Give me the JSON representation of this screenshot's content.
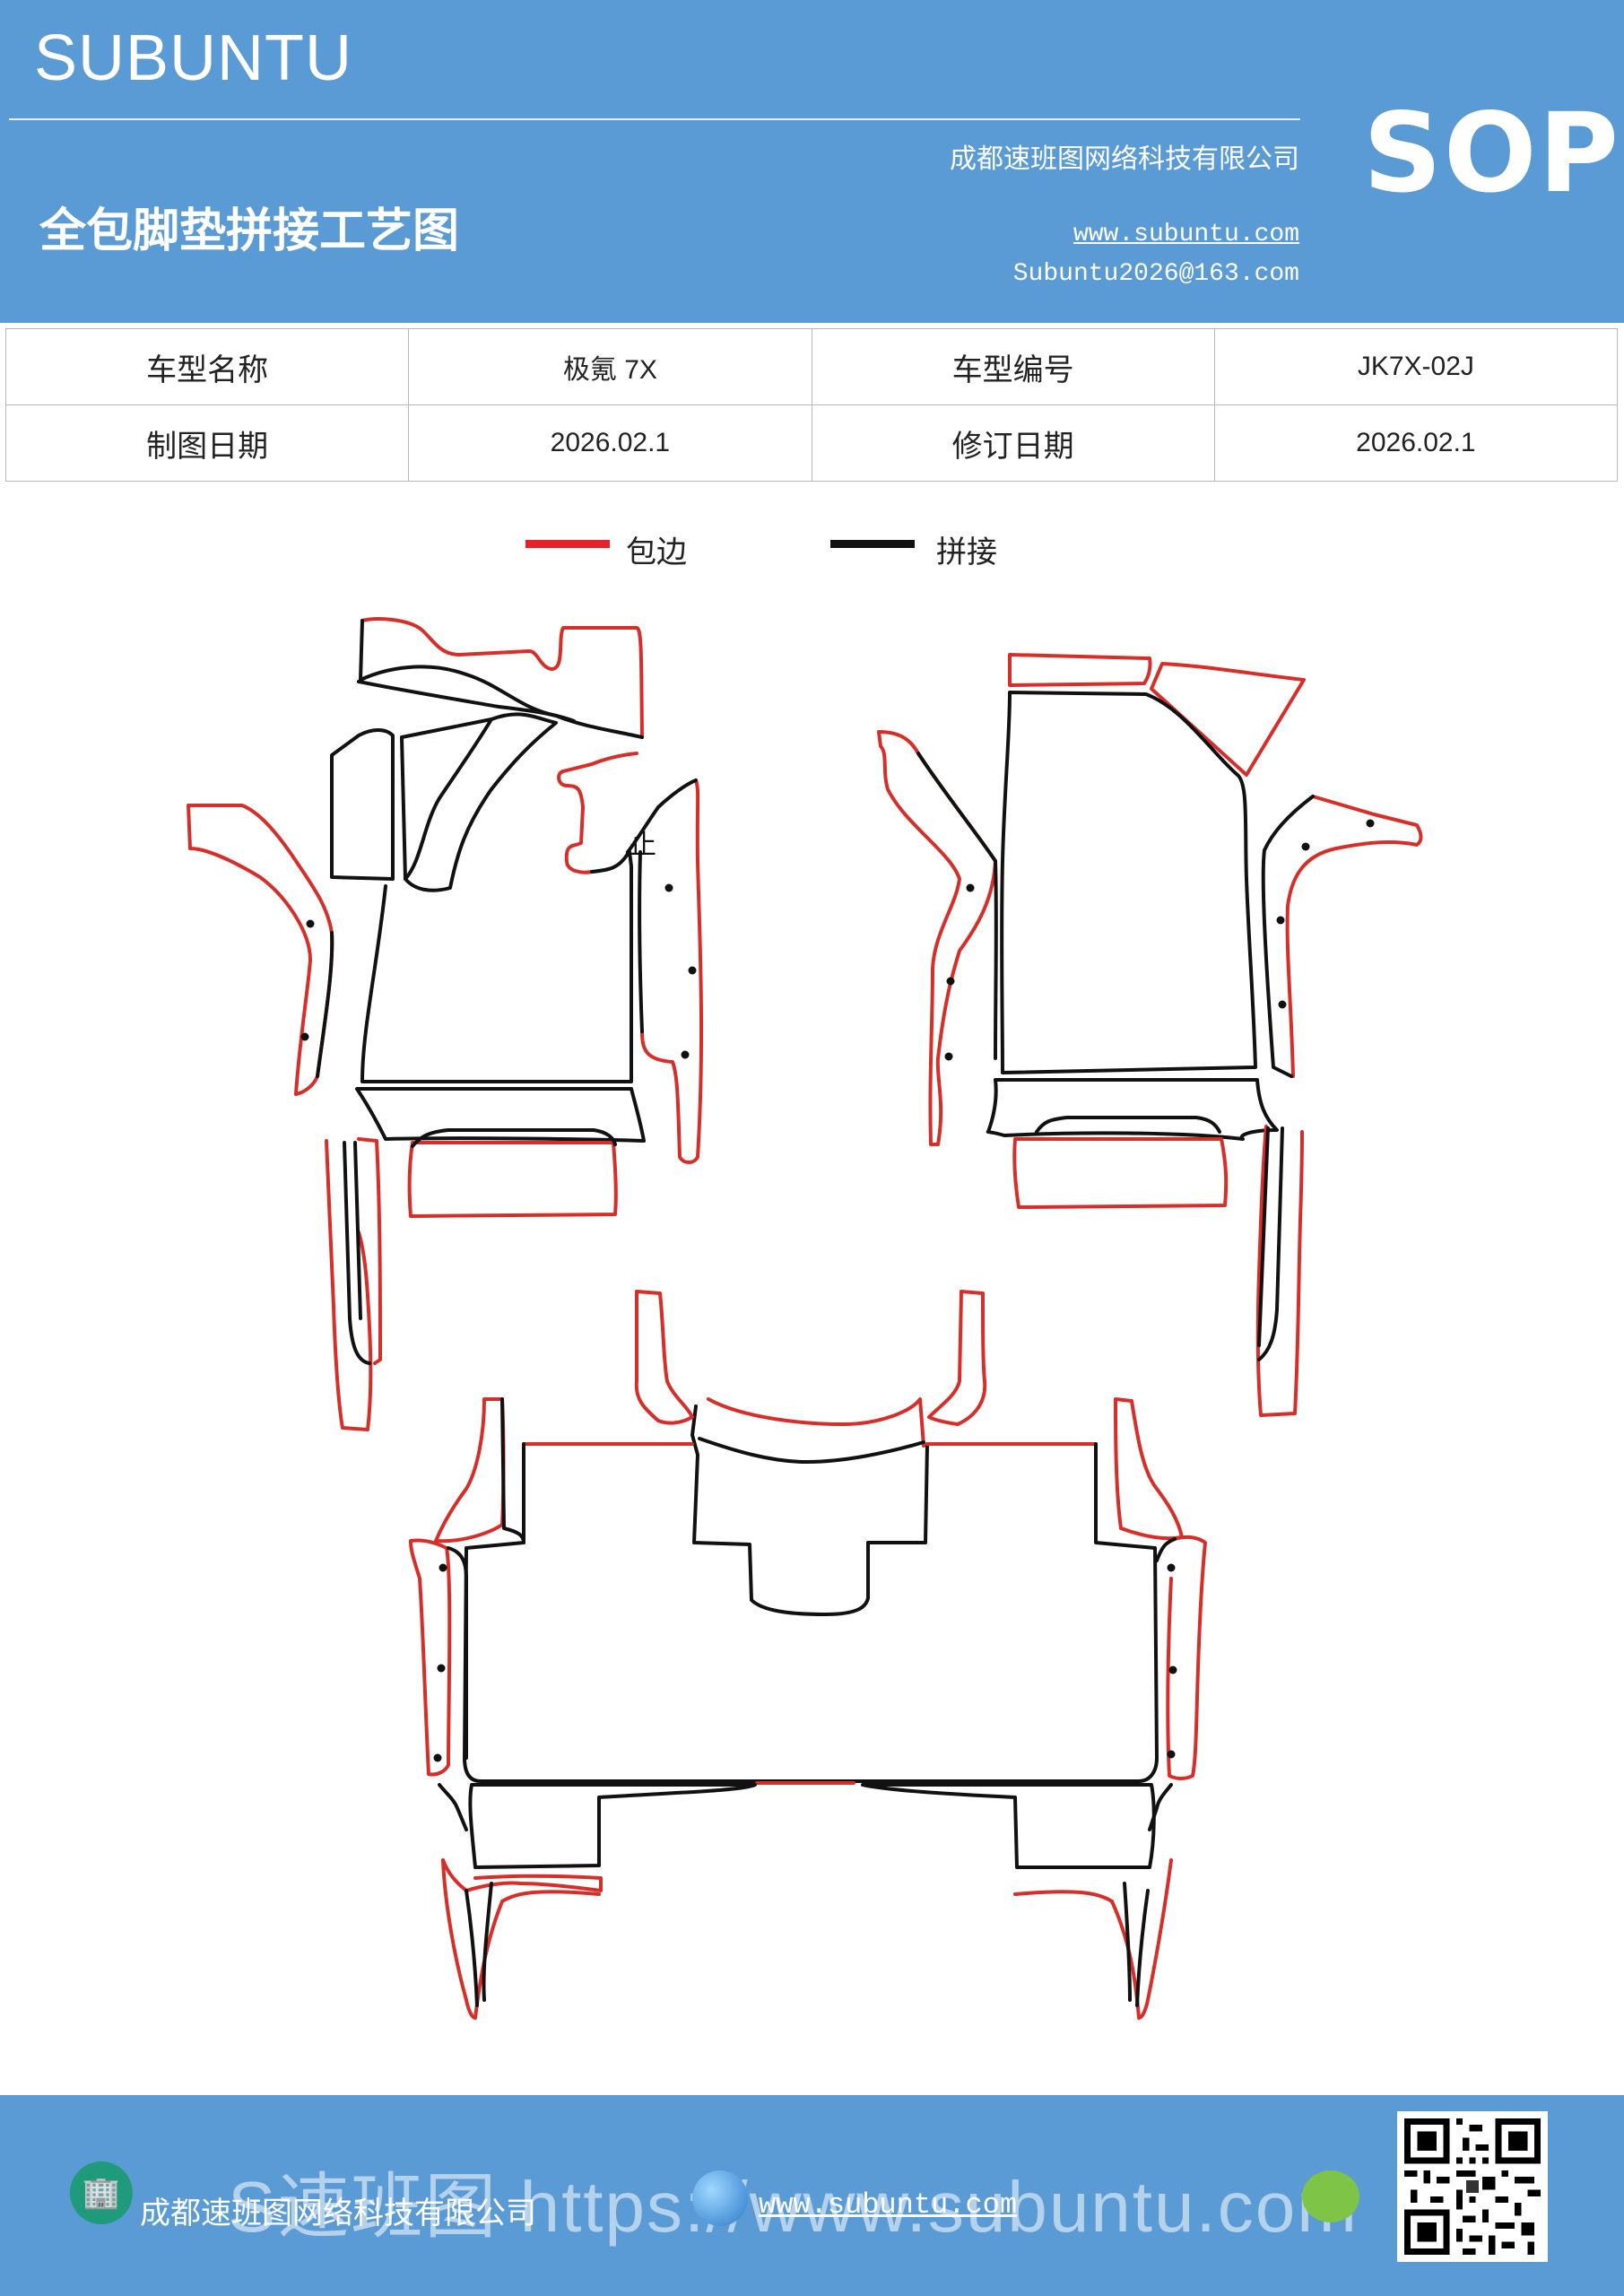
{
  "header": {
    "brand": "SUBUNTU",
    "title": "全包脚垫拼接工艺图",
    "company": "成都速班图网络科技有限公司",
    "website": "www.subuntu.com",
    "email": "Subuntu2026@163.com",
    "badge": "SOP"
  },
  "info_table": {
    "rows": [
      [
        {
          "label": "车型名称",
          "value": "极氪 7X"
        },
        {
          "label": "车型编号",
          "value": "JK7X-02J"
        }
      ],
      [
        {
          "label": "制图日期",
          "value": "2026.02.1"
        },
        {
          "label": "修订日期",
          "value": "2026.02.1"
        }
      ]
    ]
  },
  "legend": {
    "items": [
      {
        "label": "包边",
        "color": "#e8202a"
      },
      {
        "label": "拼接",
        "color": "#111111"
      }
    ]
  },
  "diagram": {
    "edge_color": "#d62f2a",
    "seam_color": "#111111",
    "mark": "止"
  },
  "footer": {
    "company": "成都速班图网络科技有限公司",
    "watermark": "S速班图 https://www.subuntu.com",
    "url": "www.subuntu.com"
  }
}
